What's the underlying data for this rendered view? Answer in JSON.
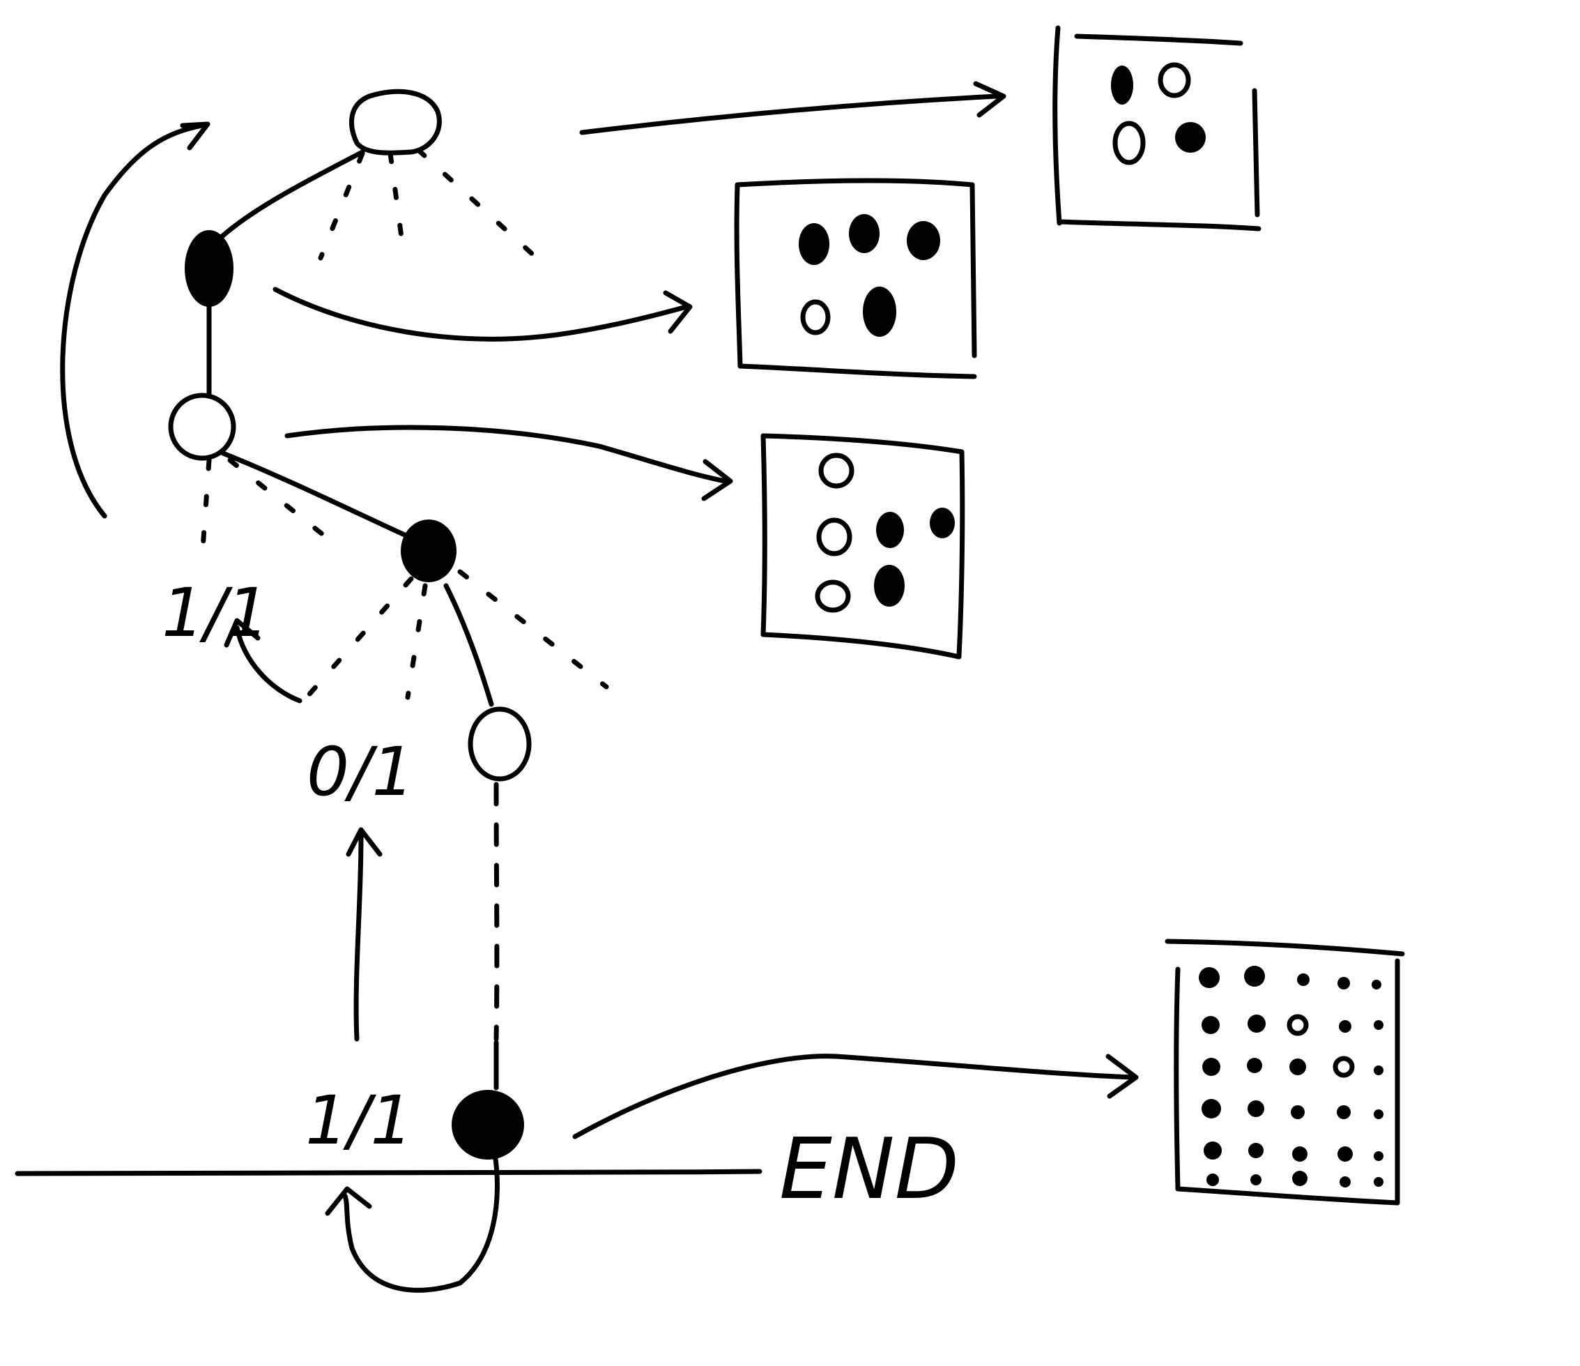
{
  "labels": {
    "end": "END",
    "branch_upper": "1/1",
    "branch_middle": "0/1",
    "branch_bottom": "1/1"
  },
  "colors": {
    "ink": "#000000",
    "background": "#ffffff"
  }
}
